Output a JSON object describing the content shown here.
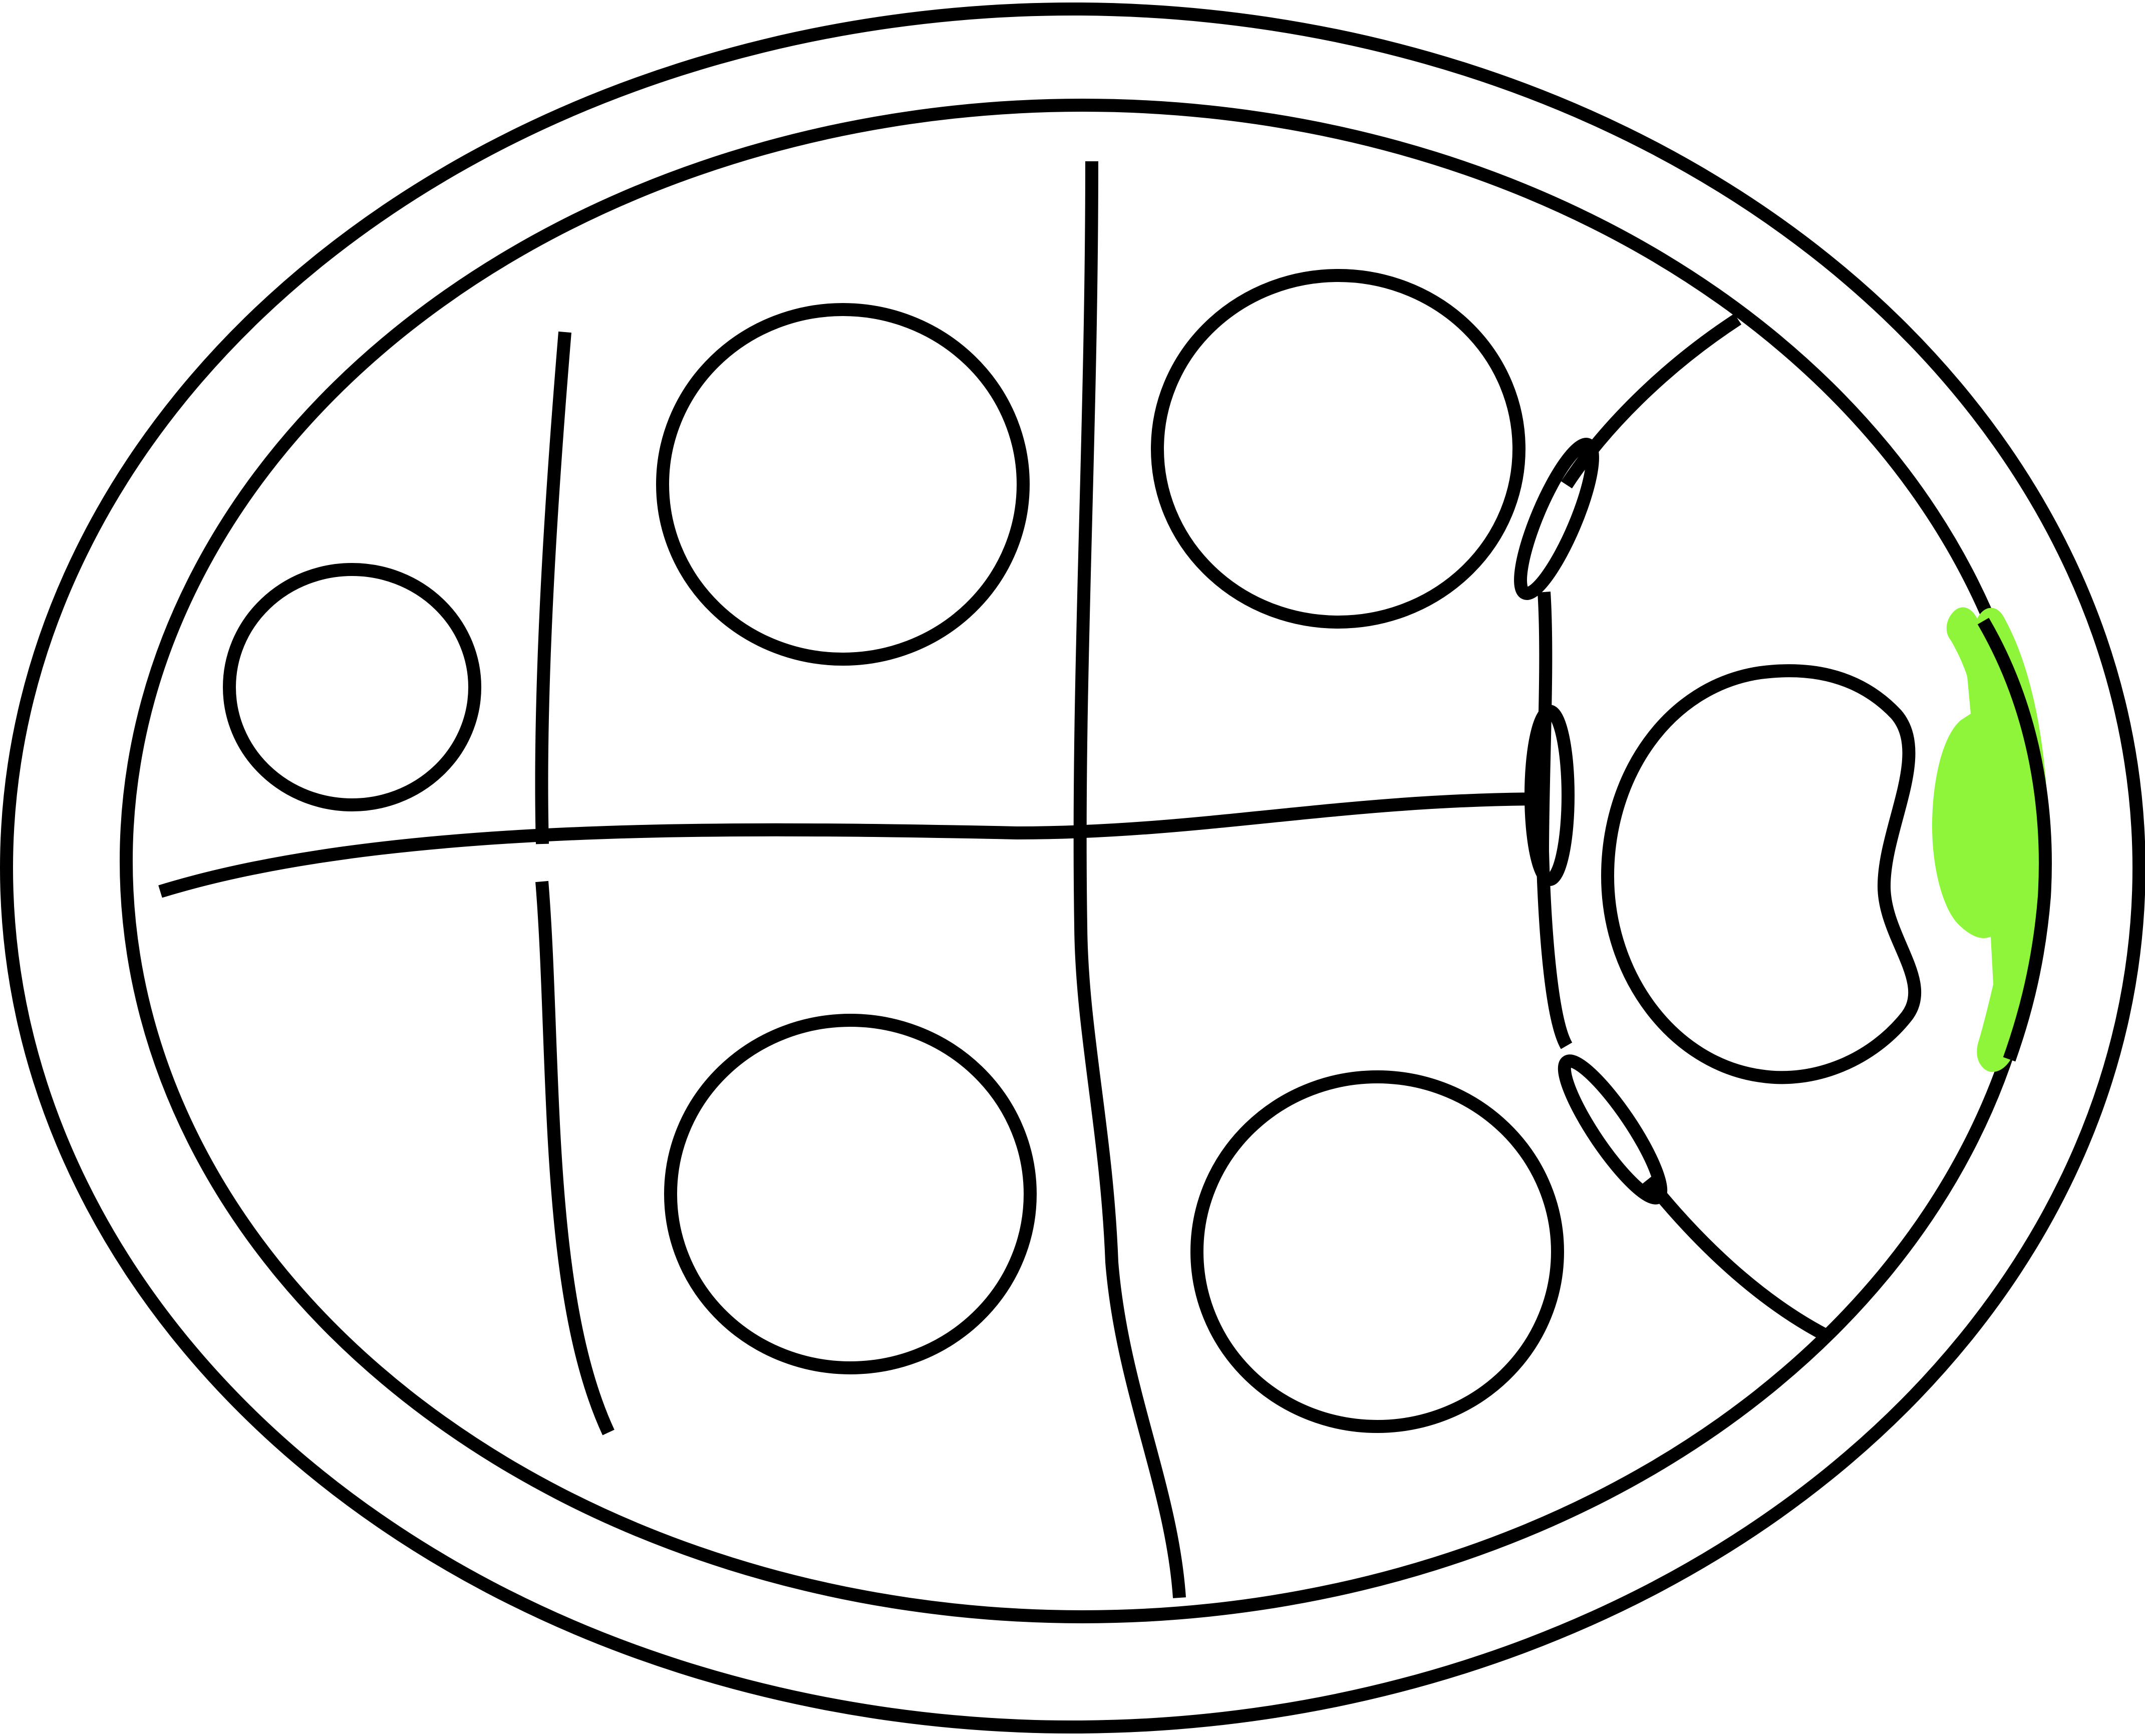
{
  "diagram": {
    "title": "",
    "labels": [],
    "colors": {
      "background": "#ffffff",
      "outline": "#000000",
      "highlight": "#8ef53b"
    },
    "parts": [
      "outer-membrane",
      "inner-membrane",
      "cell-outline-circles",
      "partition-lines",
      "highlighted-region"
    ]
  }
}
